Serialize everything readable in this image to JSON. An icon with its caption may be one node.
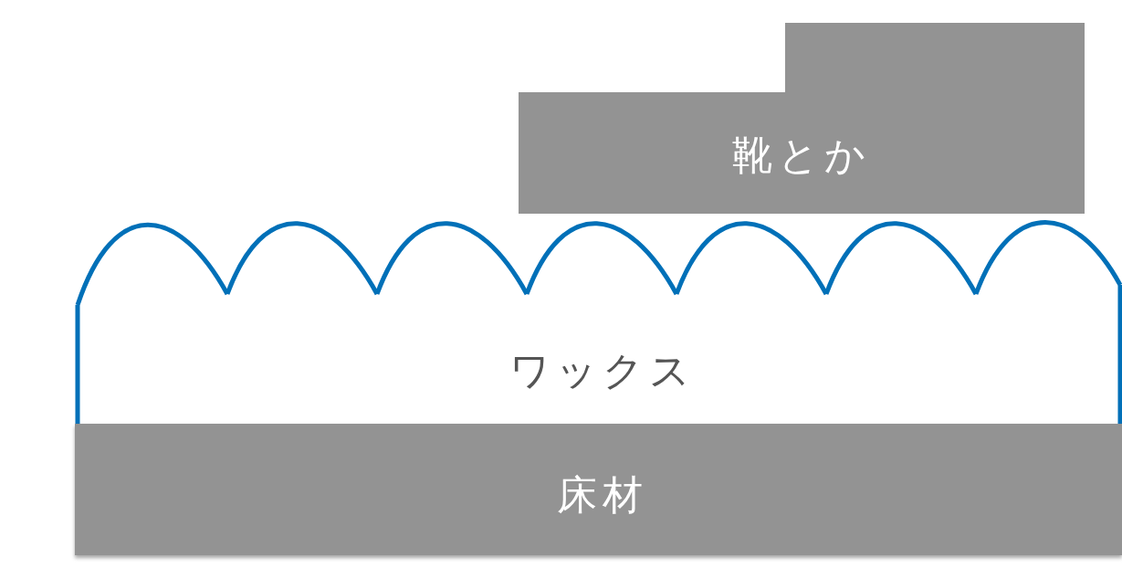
{
  "diagram": {
    "nodes": [
      {
        "text": [
          "靴とか"
        ]
      },
      {
        "text": [
          "ワックス"
        ]
      },
      {
        "text": [
          "床材"
        ]
      }
    ]
  }
}
